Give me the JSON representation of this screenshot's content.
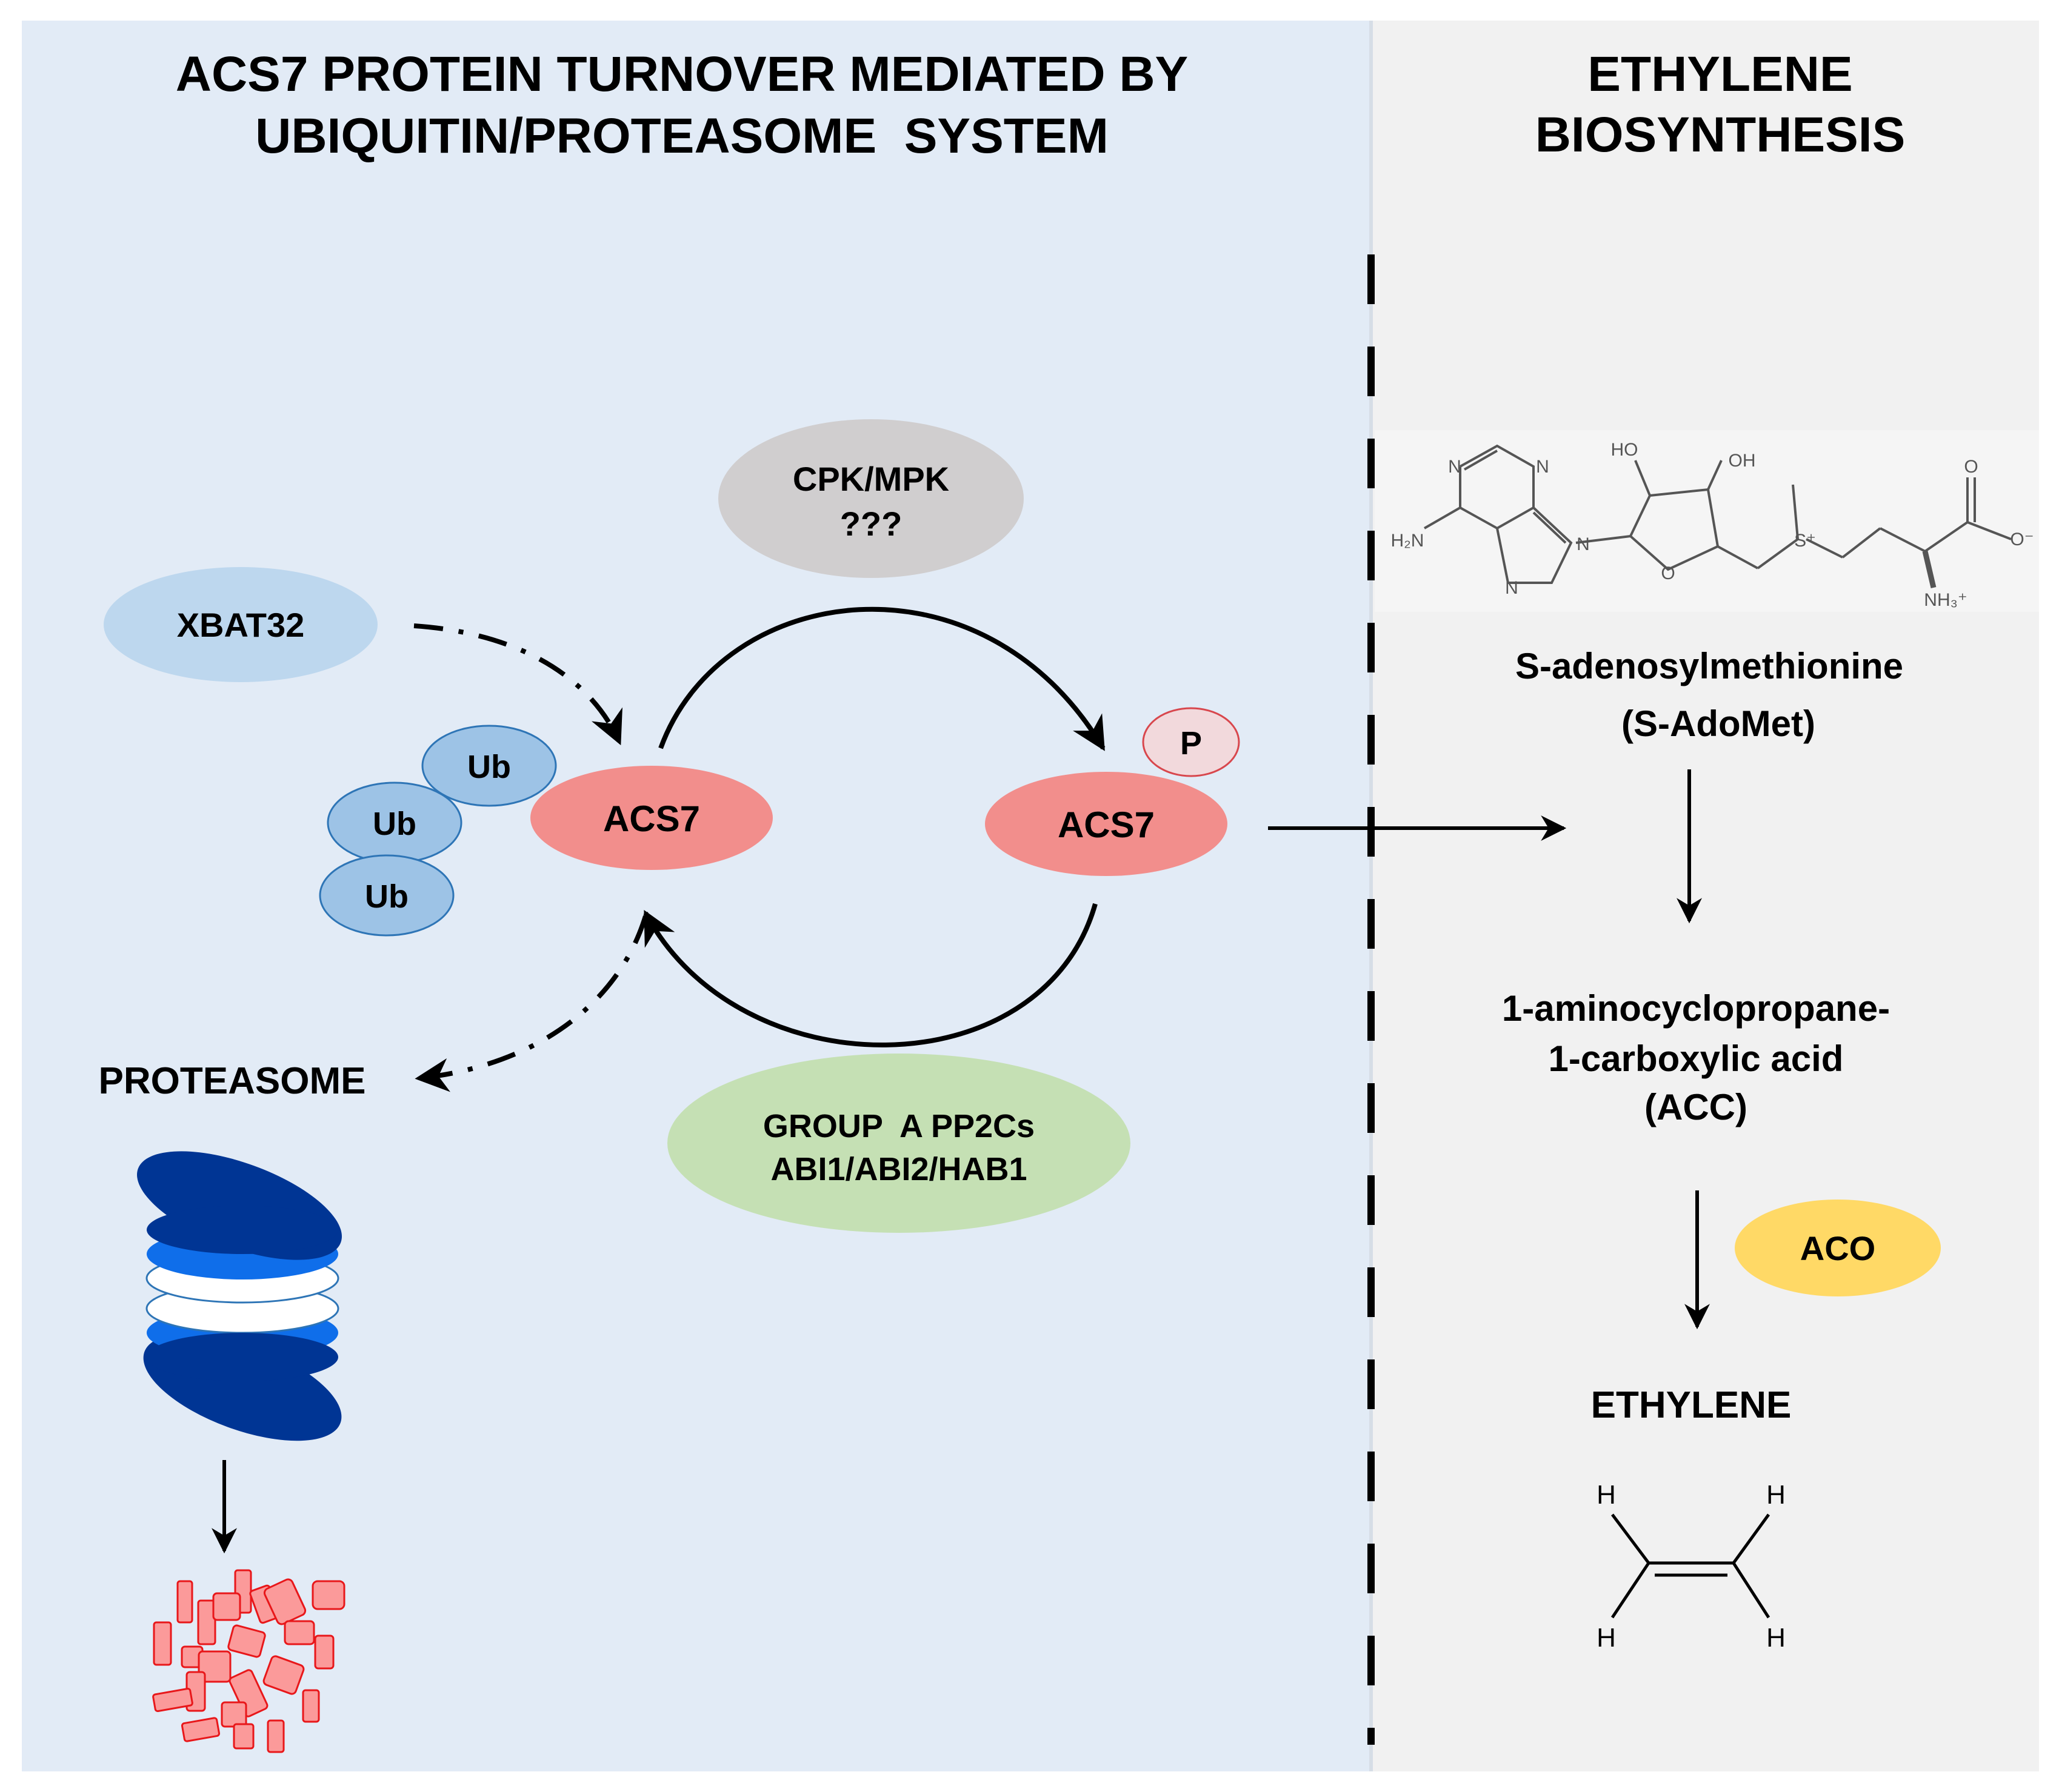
{
  "panels": {
    "left_title_line1": "ACS7 PROTEIN TURNOVER MEDIATED BY",
    "left_title_line2": "UBIQUITIN/PROTEASOME  SYSTEM",
    "right_title_line1": "ETHYLENE",
    "right_title_line2": "BIOSYNTHESIS"
  },
  "nodes": {
    "kinase_line1": "CPK/MPK",
    "kinase_line2": "???",
    "xbat32": "XBAT32",
    "ub": "Ub",
    "acs7": "ACS7",
    "phospho": "P",
    "phosphatase_line1": "GROUP  A PP2Cs",
    "phosphatase_line2": "ABI1/ABI2/HAB1",
    "proteasome": "PROTEASOME",
    "aco": "ACO"
  },
  "pathway": {
    "sadomet_line1": "S-adenosylmethionine",
    "sadomet_line2": "(S-AdoMet)",
    "acc_line1": "1-aminocyclopropane-",
    "acc_line2": "1-carboxylic acid",
    "acc_line3": "(ACC)",
    "ethylene": "ETHYLENE"
  },
  "molecule_labels": {
    "n": "N",
    "h2n": "H₂N",
    "ho": "HO",
    "oh": "OH",
    "o": "O",
    "s_plus": "S⁺",
    "o_minus": "O⁻",
    "nh3_plus": "NH₃⁺",
    "h": "H"
  },
  "colors": {
    "left_panel_bg": "#e2ebf6",
    "right_panel_bg": "#f1f1f1",
    "acs7_fill": "#f28e8c",
    "phospho_fill": "#f2d9dc",
    "phospho_stroke": "#d8474d",
    "kinase_fill": "#d0cecf",
    "xbat32_fill": "#bdd7ee",
    "ub_fill": "#9dc3e6",
    "ub_stroke": "#2e75b6",
    "pp2c_fill": "#c5e0b4",
    "aco_fill": "#ffd966",
    "proteasome_dark": "#003594",
    "proteasome_mid": "#0f6eea",
    "fragment_fill": "#fb9a9a",
    "fragment_stroke": "#e8171a"
  }
}
